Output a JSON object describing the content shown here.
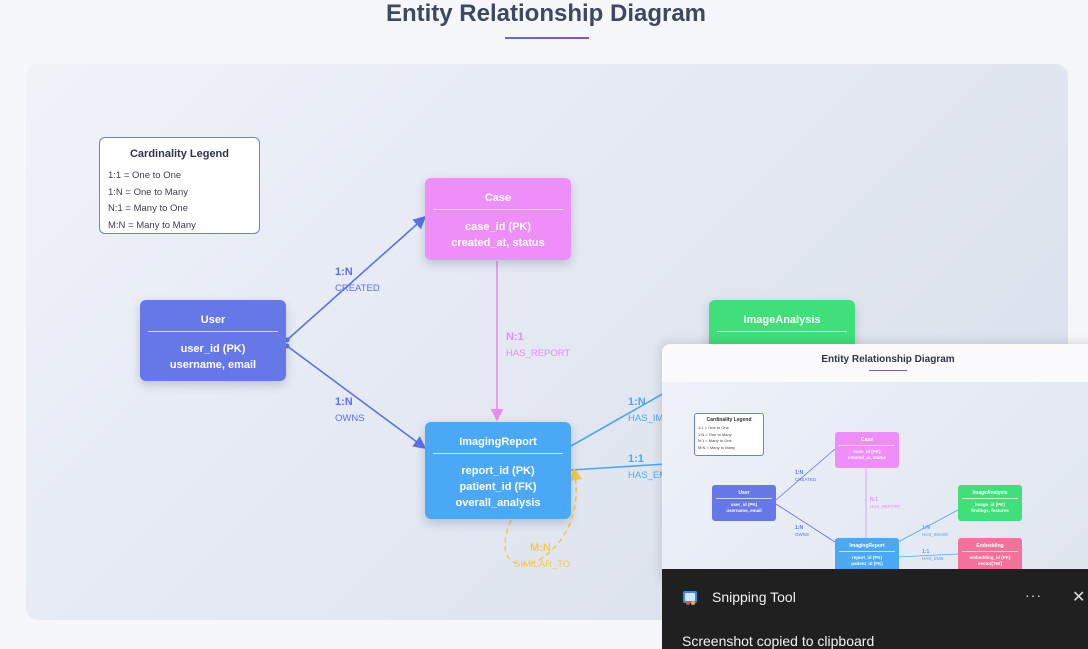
{
  "page": {
    "title": "Entity Relationship Diagram"
  },
  "legend": {
    "title": "Cardinality Legend",
    "rows": [
      "1:1 = One to One",
      "1:N = One to Many",
      "N:1 = Many to One",
      "M:N = Many to Many"
    ]
  },
  "entities": {
    "user": {
      "name": "User",
      "attr1": "user_id (PK)",
      "attr2": "username, email",
      "color": "#6677e8"
    },
    "case": {
      "name": "Case",
      "attr1": "case_id (PK)",
      "attr2": "created_at, status",
      "color": "#ef8ef8"
    },
    "imaging_report": {
      "name": "ImagingReport",
      "attr1": "report_id (PK)",
      "attr2": "patient_id (FK)",
      "attr3": "overall_analysis",
      "color": "#4aa8f5"
    },
    "image_analysis": {
      "name": "ImageAnalysis",
      "color": "#3fe07a"
    }
  },
  "relationships": {
    "user_case": {
      "card": "1:N",
      "name": "CREATED",
      "color": "#5a72e6"
    },
    "user_report": {
      "card": "1:N",
      "name": "OWNS",
      "color": "#5a72e6"
    },
    "case_report": {
      "card": "N:1",
      "name": "HAS_REPORT",
      "color": "#e98af6"
    },
    "report_image": {
      "card": "1:N",
      "name": "HAS_IM",
      "color": "#4aa8f5"
    },
    "report_emb": {
      "card": "1:1",
      "name": "HAS_EM",
      "color": "#4aa8f5"
    },
    "report_self": {
      "card": "M:N",
      "name": "SIMILAR_TO",
      "color": "#f4c94e"
    }
  },
  "preview": {
    "title": "Entity Relationship Diagram",
    "legend_title": "Cardinality Legend",
    "legend_rows": [
      "1:1 = One to One",
      "1:N = One to Many",
      "N:1 = Many to One",
      "M:N = Many to Many"
    ],
    "user": {
      "name": "User",
      "attr1": "user_id (PK)",
      "attr2": "username, email"
    },
    "case": {
      "name": "Case",
      "attr1": "case_id (PK)",
      "attr2": "created_at, status"
    },
    "report": {
      "name": "ImagingReport",
      "attr1": "report_id (PK)",
      "attr2": "patient_id (FK)"
    },
    "image_analysis": {
      "name": "ImageAnalysis",
      "attr1": "image_id (PK)",
      "attr2": "findings, features"
    },
    "embedding": {
      "name": "Embedding",
      "attr1": "embedding_id (PK)",
      "attr2": "vector[768]"
    },
    "rel_created": {
      "card": "1:N",
      "name": "CREATED"
    },
    "rel_owns": {
      "card": "1:N",
      "name": "OWNS"
    },
    "rel_has_report": {
      "card": "N:1",
      "name": "HAS_REPORT"
    },
    "rel_has_image": {
      "card": "1:N",
      "name": "HAS_IMAGE"
    },
    "rel_has_emb": {
      "card": "1:1",
      "name": "HAS_EMB"
    }
  },
  "toast": {
    "app_name": "Snipping Tool",
    "message": "Screenshot copied to clipboard",
    "more_label": "···",
    "close_label": "✕"
  }
}
